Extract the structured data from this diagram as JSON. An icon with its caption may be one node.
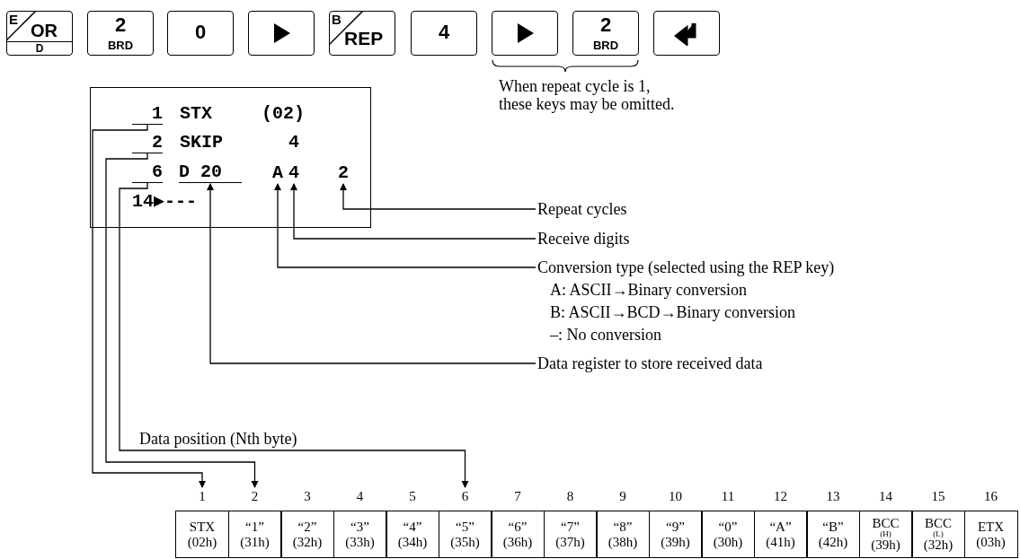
{
  "diagram": {
    "nodes": [
      {
        "text": [
          "E",
          "OR",
          "D"
        ]
      },
      {
        "text": [
          "2",
          "BRD"
        ]
      },
      {
        "text": [
          "0"
        ]
      },
      {
        "text": [],
        "shape": "box"
      },
      {
        "text": [
          "B",
          "REP"
        ]
      },
      {
        "text": [
          "4"
        ]
      },
      {
        "text": [],
        "shape": "box"
      },
      {
        "text": [
          "2",
          "BRD"
        ]
      },
      {
        "text": [],
        "shape": "box"
      },
      {
        "text": [],
        "shape": "box"
      },
      {
        "text": [
          "1"
        ],
        "in": 9
      },
      {
        "text": [
          "STX"
        ],
        "in": 9
      },
      {
        "text": [
          "(02)"
        ],
        "in": 9
      },
      {
        "text": [
          "2"
        ],
        "in": 9
      },
      {
        "text": [
          "SKIP"
        ],
        "in": 9
      },
      {
        "text": [
          "4"
        ],
        "in": 9
      },
      {
        "text": [
          "6"
        ],
        "in": 9
      },
      {
        "text": [
          "D 20"
        ],
        "in": 9
      },
      {
        "text": [
          "A"
        ],
        "in": 9
      },
      {
        "text": [
          "4"
        ],
        "in": 9
      },
      {
        "text": [
          "2"
        ],
        "in": 9
      },
      {
        "text": [
          "14▶---"
        ],
        "in": 9
      },
      {
        "text": [
          "Repeat cycles"
        ]
      },
      {
        "text": [
          "Receive digits"
        ]
      },
      {
        "text": [
          "Conversion type (selected using the REP key)"
        ],
        "beside": [
          "A: ASCII→Binary conversion",
          "B: ASCII→BCD→Binary conversion",
          "–: No conversion"
        ]
      },
      {
        "text": [
          "Data register to store received data"
        ]
      },
      {
        "text": [
          "STX",
          "(02h)"
        ],
        "beside": [
          "1"
        ]
      },
      {
        "text": [
          "“1”",
          "(31h)"
        ],
        "beside": [
          "2"
        ]
      },
      {
        "text": [
          "“2”",
          "(32h)"
        ],
        "beside": [
          "3"
        ]
      },
      {
        "text": [
          "“3”",
          "(33h)"
        ],
        "beside": [
          "4"
        ]
      },
      {
        "text": [
          "“4”",
          "(34h)"
        ],
        "beside": [
          "5"
        ]
      },
      {
        "text": [
          "“5”",
          "(35h)"
        ],
        "beside": [
          "6"
        ]
      },
      {
        "text": [
          "“6”",
          "(36h)"
        ],
        "beside": [
          "7"
        ]
      },
      {
        "text": [
          "“7”",
          "(37h)"
        ],
        "beside": [
          "8"
        ]
      },
      {
        "text": [
          "“8”",
          "(38h)"
        ],
        "beside": [
          "9"
        ]
      },
      {
        "text": [
          "“9”",
          "(39h)"
        ],
        "beside": [
          "10"
        ]
      },
      {
        "text": [
          "“0”",
          "(30h)"
        ],
        "beside": [
          "11"
        ]
      },
      {
        "text": [
          "“A”",
          "(41h)"
        ],
        "beside": [
          "12"
        ]
      },
      {
        "text": [
          "“B”",
          "(42h)"
        ],
        "beside": [
          "13"
        ]
      },
      {
        "text": [
          "BCC",
          "(H)",
          "(39h)"
        ],
        "beside": [
          "14"
        ]
      },
      {
        "text": [
          "BCC",
          "(L)",
          "(32h)"
        ],
        "beside": [
          "15"
        ]
      },
      {
        "text": [
          "ETX",
          "(03h)"
        ],
        "beside": [
          "16"
        ]
      }
    ],
    "edges": [
      {
        "from": 22,
        "to": 20,
        "arrow": "to"
      },
      {
        "from": 23,
        "to": 19,
        "arrow": "to"
      },
      {
        "from": 24,
        "to": 18,
        "arrow": "to"
      },
      {
        "from": 25,
        "to": 17,
        "arrow": "to"
      },
      {
        "from": 10,
        "to": 26,
        "arrow": "to"
      },
      {
        "from": 13,
        "to": 27,
        "arrow": "to"
      },
      {
        "from": 16,
        "to": 31,
        "arrow": "to"
      }
    ],
    "labels": [
      "When repeat cycle is 1, these keys may be omitted.",
      "Data position (Nth byte)"
    ]
  }
}
